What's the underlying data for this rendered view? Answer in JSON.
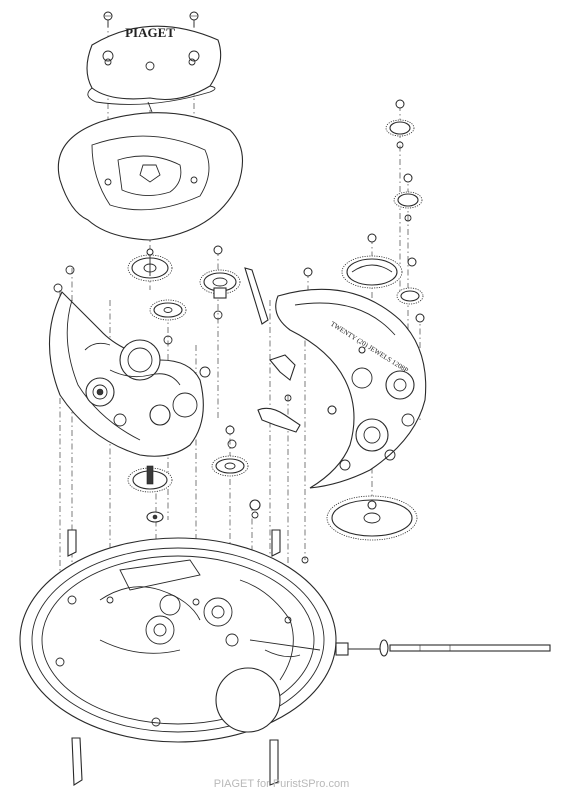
{
  "brand_logo_text": "PIAGET",
  "engraving_text": "TWENTY (20) JEWELS 1208P",
  "credit": "PIAGET for PuristSPro.com"
}
